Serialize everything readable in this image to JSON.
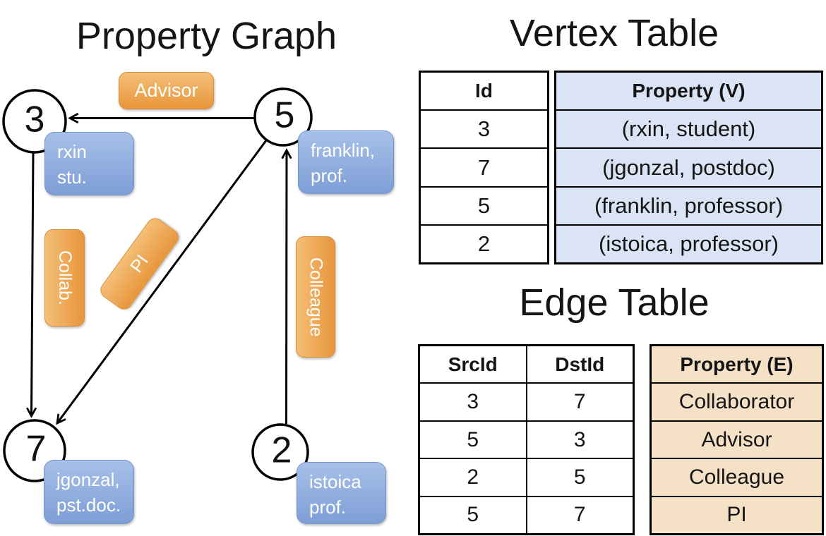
{
  "graph": {
    "title": "Property Graph",
    "nodes": [
      {
        "id": "3",
        "label": "3",
        "prop_line1": "rxin",
        "prop_line2": "stu."
      },
      {
        "id": "5",
        "label": "5",
        "prop_line1": "franklin,",
        "prop_line2": "prof."
      },
      {
        "id": "7",
        "label": "7",
        "prop_line1": "jgonzal,",
        "prop_line2": "pst.doc."
      },
      {
        "id": "2",
        "label": "2",
        "prop_line1": "istoica",
        "prop_line2": "prof."
      }
    ],
    "edge_labels": {
      "advisor": "Advisor",
      "collab": "Collab.",
      "pi": "PI",
      "colleague": "Colleague"
    }
  },
  "vertex_table": {
    "title": "Vertex Table",
    "id_header": "Id",
    "property_header": "Property (V)",
    "rows": [
      {
        "id": "3",
        "property": "(rxin, student)"
      },
      {
        "id": "7",
        "property": "(jgonzal, postdoc)"
      },
      {
        "id": "5",
        "property": "(franklin, professor)"
      },
      {
        "id": "2",
        "property": "(istoica, professor)"
      }
    ]
  },
  "edge_table": {
    "title": "Edge Table",
    "src_header": "SrcId",
    "dst_header": "DstId",
    "property_header": "Property (E)",
    "rows": [
      {
        "src": "3",
        "dst": "7",
        "property": "Collaborator"
      },
      {
        "src": "5",
        "dst": "3",
        "property": "Advisor"
      },
      {
        "src": "2",
        "dst": "5",
        "property": "Colleague"
      },
      {
        "src": "5",
        "dst": "7",
        "property": "PI"
      }
    ]
  },
  "colors": {
    "orange_top": "#f4bf78",
    "orange_bottom": "#e8963b",
    "orange_border": "#dd8f33",
    "blue_top": "#a6c0e8",
    "blue_bottom": "#7e9ed6",
    "vertex_fill": "#dbe4f4",
    "edge_fill": "#f5e1c6",
    "line_color": "#000000"
  }
}
